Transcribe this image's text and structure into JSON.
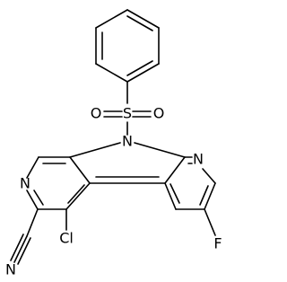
{
  "structure": {
    "atoms": {
      "n_ring_left": "N",
      "n_ring_right": "N",
      "n_pyrrole": "N",
      "n_nitrile": "N",
      "sulfur": "S",
      "o_left": "O",
      "o_right": "O",
      "fluorine": "F",
      "chlorine": "Cl"
    }
  }
}
